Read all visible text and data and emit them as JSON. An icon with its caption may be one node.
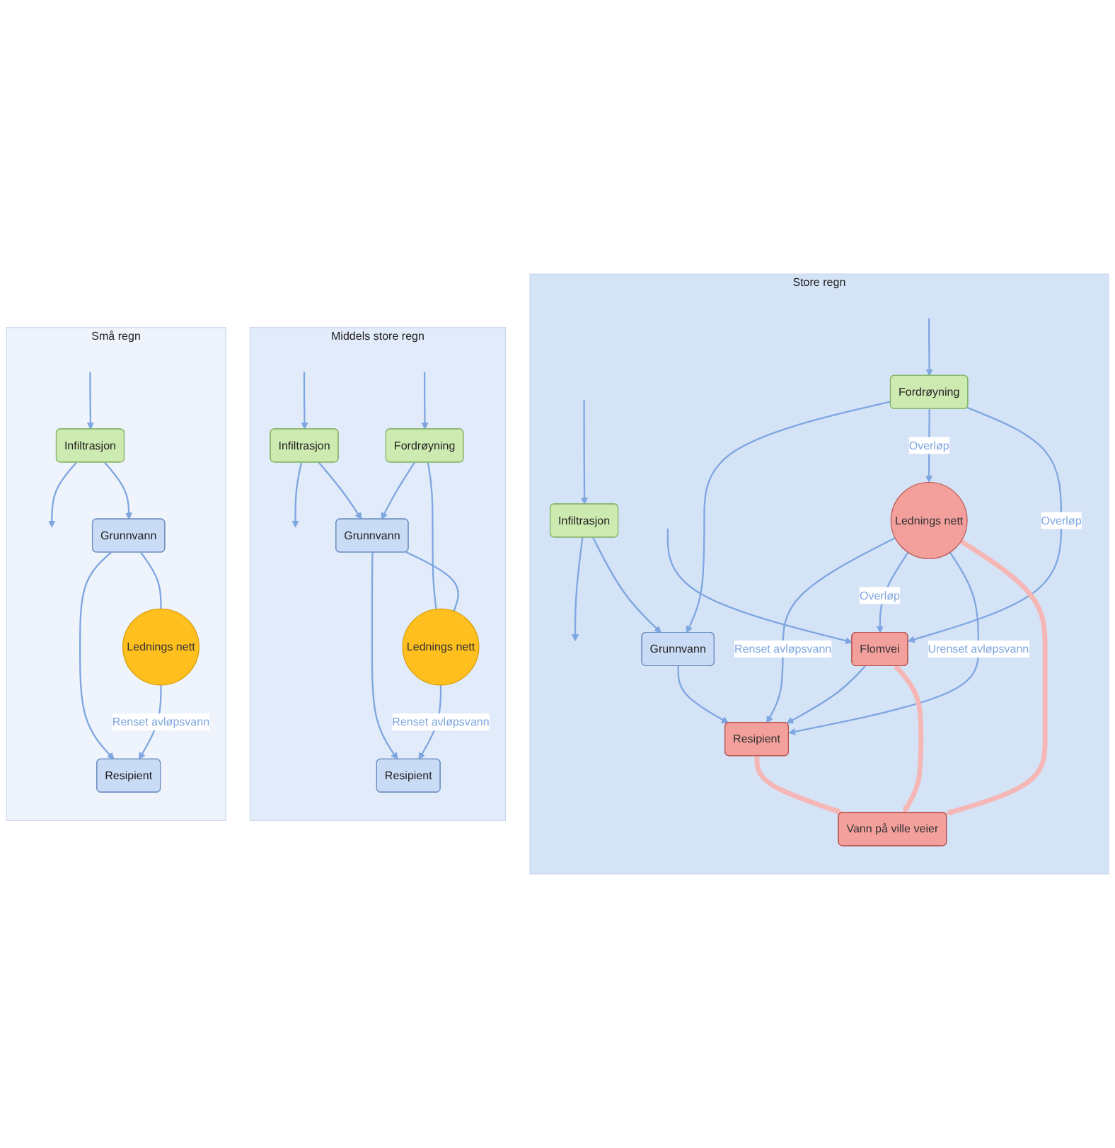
{
  "diagram": {
    "nodes": [
      {
        "text": [
          "Små regn"
        ]
      },
      {
        "text": [
          "Infiltrasjon"
        ],
        "in": 0
      },
      {
        "text": [
          "Grunnvann"
        ],
        "in": 0
      },
      {
        "text": [
          "Lednings nett"
        ],
        "in": 0
      },
      {
        "text": [
          "Resipient"
        ],
        "in": 0
      },
      {
        "text": [
          "Middels store regn"
        ]
      },
      {
        "text": [
          "Infiltrasjon"
        ],
        "in": 5
      },
      {
        "text": [
          "Fordrøyning"
        ],
        "in": 5
      },
      {
        "text": [
          "Grunnvann"
        ],
        "in": 5
      },
      {
        "text": [
          "Lednings nett"
        ],
        "in": 5
      },
      {
        "text": [
          "Resipient"
        ],
        "in": 5
      },
      {
        "text": [
          "Store regn"
        ]
      },
      {
        "text": [
          "Infiltrasjon"
        ],
        "in": 11
      },
      {
        "text": [
          "Fordrøyning"
        ],
        "in": 11
      },
      {
        "text": [
          "Grunnvann"
        ],
        "in": 11
      },
      {
        "text": [
          "Lednings nett"
        ],
        "in": 11
      },
      {
        "text": [
          "Flomvei"
        ],
        "in": 11
      },
      {
        "text": [
          "Resipient"
        ],
        "in": 11
      },
      {
        "text": [
          "Vann på ville veier"
        ],
        "in": 11
      }
    ],
    "edges": [
      {
        "from": null,
        "to": 1,
        "arrow": "to"
      },
      {
        "from": 1,
        "to": null,
        "arrow": "to"
      },
      {
        "from": 1,
        "to": 2,
        "arrow": "to"
      },
      {
        "from": 2,
        "to": 3,
        "arrow": "none"
      },
      {
        "from": 2,
        "to": 4,
        "arrow": "to"
      },
      {
        "from": 3,
        "to": 4,
        "label": "Renset avløpsvann",
        "arrow": "to"
      },
      {
        "from": null,
        "to": 6,
        "arrow": "to"
      },
      {
        "from": 6,
        "to": null,
        "arrow": "to"
      },
      {
        "from": null,
        "to": 7,
        "arrow": "to"
      },
      {
        "from": 6,
        "to": 8,
        "arrow": "to"
      },
      {
        "from": 7,
        "to": 8,
        "arrow": "to"
      },
      {
        "from": 7,
        "to": 9,
        "arrow": "none"
      },
      {
        "from": 8,
        "to": 9,
        "arrow": "none"
      },
      {
        "from": 8,
        "to": 10,
        "arrow": "to"
      },
      {
        "from": 9,
        "to": 10,
        "label": "Renset avløpsvann",
        "arrow": "to"
      },
      {
        "from": null,
        "to": 12,
        "arrow": "to"
      },
      {
        "from": 12,
        "to": null,
        "arrow": "to"
      },
      {
        "from": null,
        "to": 13,
        "arrow": "to"
      },
      {
        "from": null,
        "to": 16,
        "arrow": "to"
      },
      {
        "from": 12,
        "to": 14,
        "arrow": "to"
      },
      {
        "from": 13,
        "to": 14,
        "arrow": "to"
      },
      {
        "from": 13,
        "to": 15,
        "label": "Overløp",
        "arrow": "to"
      },
      {
        "from": 13,
        "to": 16,
        "label": "Overløp",
        "arrow": "to"
      },
      {
        "from": 14,
        "to": 17,
        "arrow": "to"
      },
      {
        "from": 15,
        "to": 17,
        "label": "Renset avløpsvann",
        "arrow": "to"
      },
      {
        "from": 15,
        "to": 16,
        "label": "Overløp",
        "arrow": "to"
      },
      {
        "from": 15,
        "to": 17,
        "label": "Urenset avløpsvann",
        "arrow": "to"
      },
      {
        "from": 16,
        "to": 17,
        "arrow": "to"
      },
      {
        "from": 15,
        "to": 18,
        "arrow": "to",
        "style": "thick",
        "color": "#f5b7b5"
      },
      {
        "from": 16,
        "to": 18,
        "arrow": "to",
        "style": "thick",
        "color": "#f5b7b5"
      },
      {
        "from": 17,
        "to": 18,
        "arrow": "to",
        "style": "thick",
        "color": "#f5b7b5"
      }
    ]
  }
}
